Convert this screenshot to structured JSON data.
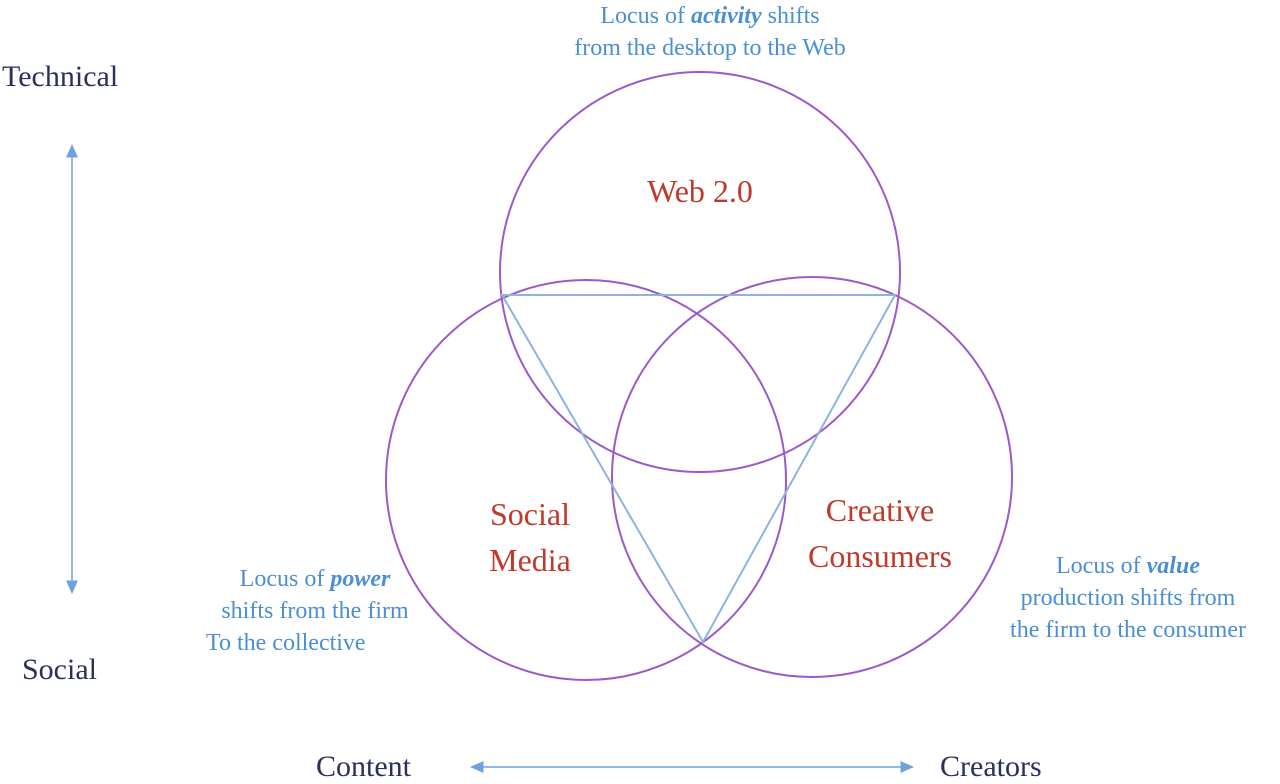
{
  "axes": {
    "vertical_top": "Technical",
    "vertical_bottom": "Social",
    "horizontal_left": "Content",
    "horizontal_right": "Creators"
  },
  "circles": {
    "top": "Web 2.0",
    "left_line1": "Social",
    "left_line2": "Media",
    "right_line1": "Creative",
    "right_line2": "Consumers"
  },
  "annotations": {
    "activity": {
      "pre": "Locus of ",
      "em": "activity",
      "post": " shifts",
      "line2": "from the desktop to the Web"
    },
    "power": {
      "pre": "Locus of ",
      "em": "power",
      "line2": "shifts from the firm",
      "line3": "To the collective"
    },
    "value": {
      "pre": "Locus of ",
      "em": "value",
      "line2": "production shifts from",
      "line3": "the firm to the consumer"
    }
  },
  "colors": {
    "circle_stroke": "#9b59c9",
    "triangle_stroke": "#8fb3e0",
    "arrow": "#6fa3dc",
    "circle_text": "#c0392b",
    "annotation_text": "#4a8fd6",
    "axis_text": "#2a2f5c"
  }
}
